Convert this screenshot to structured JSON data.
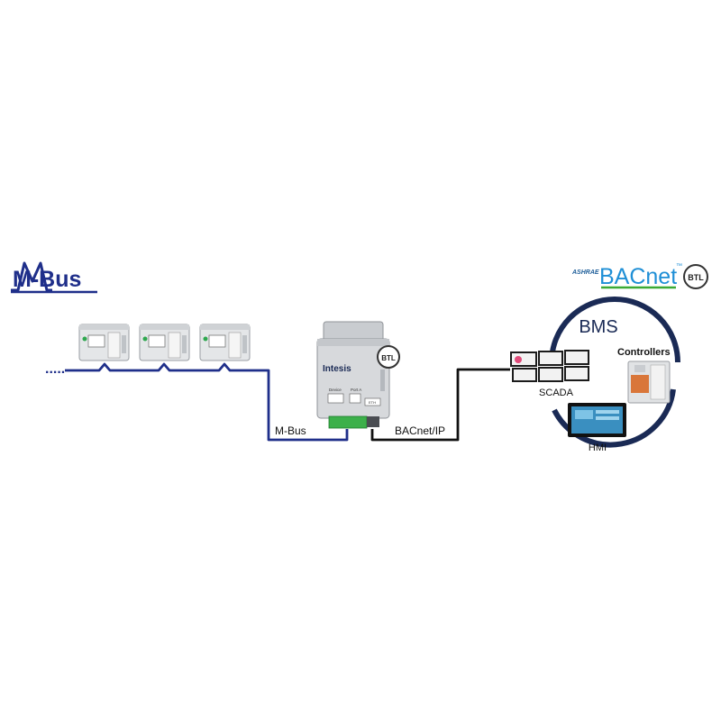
{
  "logos": {
    "mbus": "M-Bus",
    "bacnet": "BACnet",
    "bacnet_tm": "™",
    "ashrae": "ASHRAE",
    "btl": "BTL"
  },
  "gateway": {
    "brand": "Intesis",
    "port_left": "Device",
    "port_right": "Port A",
    "small_label": "ETH",
    "btl": "BTL"
  },
  "connections": {
    "mbus_line": "M-Bus",
    "bacnet_line": "BACnet/IP"
  },
  "bms": {
    "title": "BMS",
    "controllers": "Controllers",
    "scada": "SCADA",
    "hmi": "HMI"
  },
  "colors": {
    "mbus_blue": "#1f2f8a",
    "bacnet_blue": "#1f8fd6",
    "bacnet_green": "#3aaa35",
    "dark_line": "#111111",
    "ring": "#1a2a55"
  }
}
